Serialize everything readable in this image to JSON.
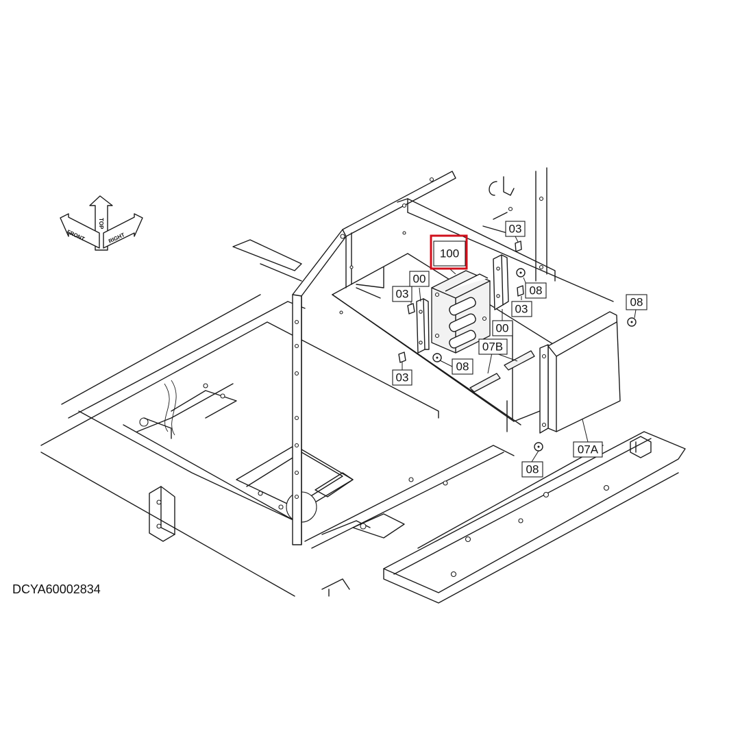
{
  "drawing_code": "DCYA60002834",
  "highlight_color": "#d0101c",
  "orientation": {
    "labels": [
      "FRONT",
      "TOP",
      "RIGHT"
    ]
  },
  "part_labels": {
    "p100": "100",
    "p00a": "00",
    "p00b": "00",
    "p03a": "03",
    "p03b": "03",
    "p03c": "03",
    "p03d": "03",
    "p08a": "08",
    "p08b": "08",
    "p08c": "08",
    "p08d": "08",
    "p07a": "07A",
    "p07b": "07B"
  },
  "highlighted_part": "100"
}
